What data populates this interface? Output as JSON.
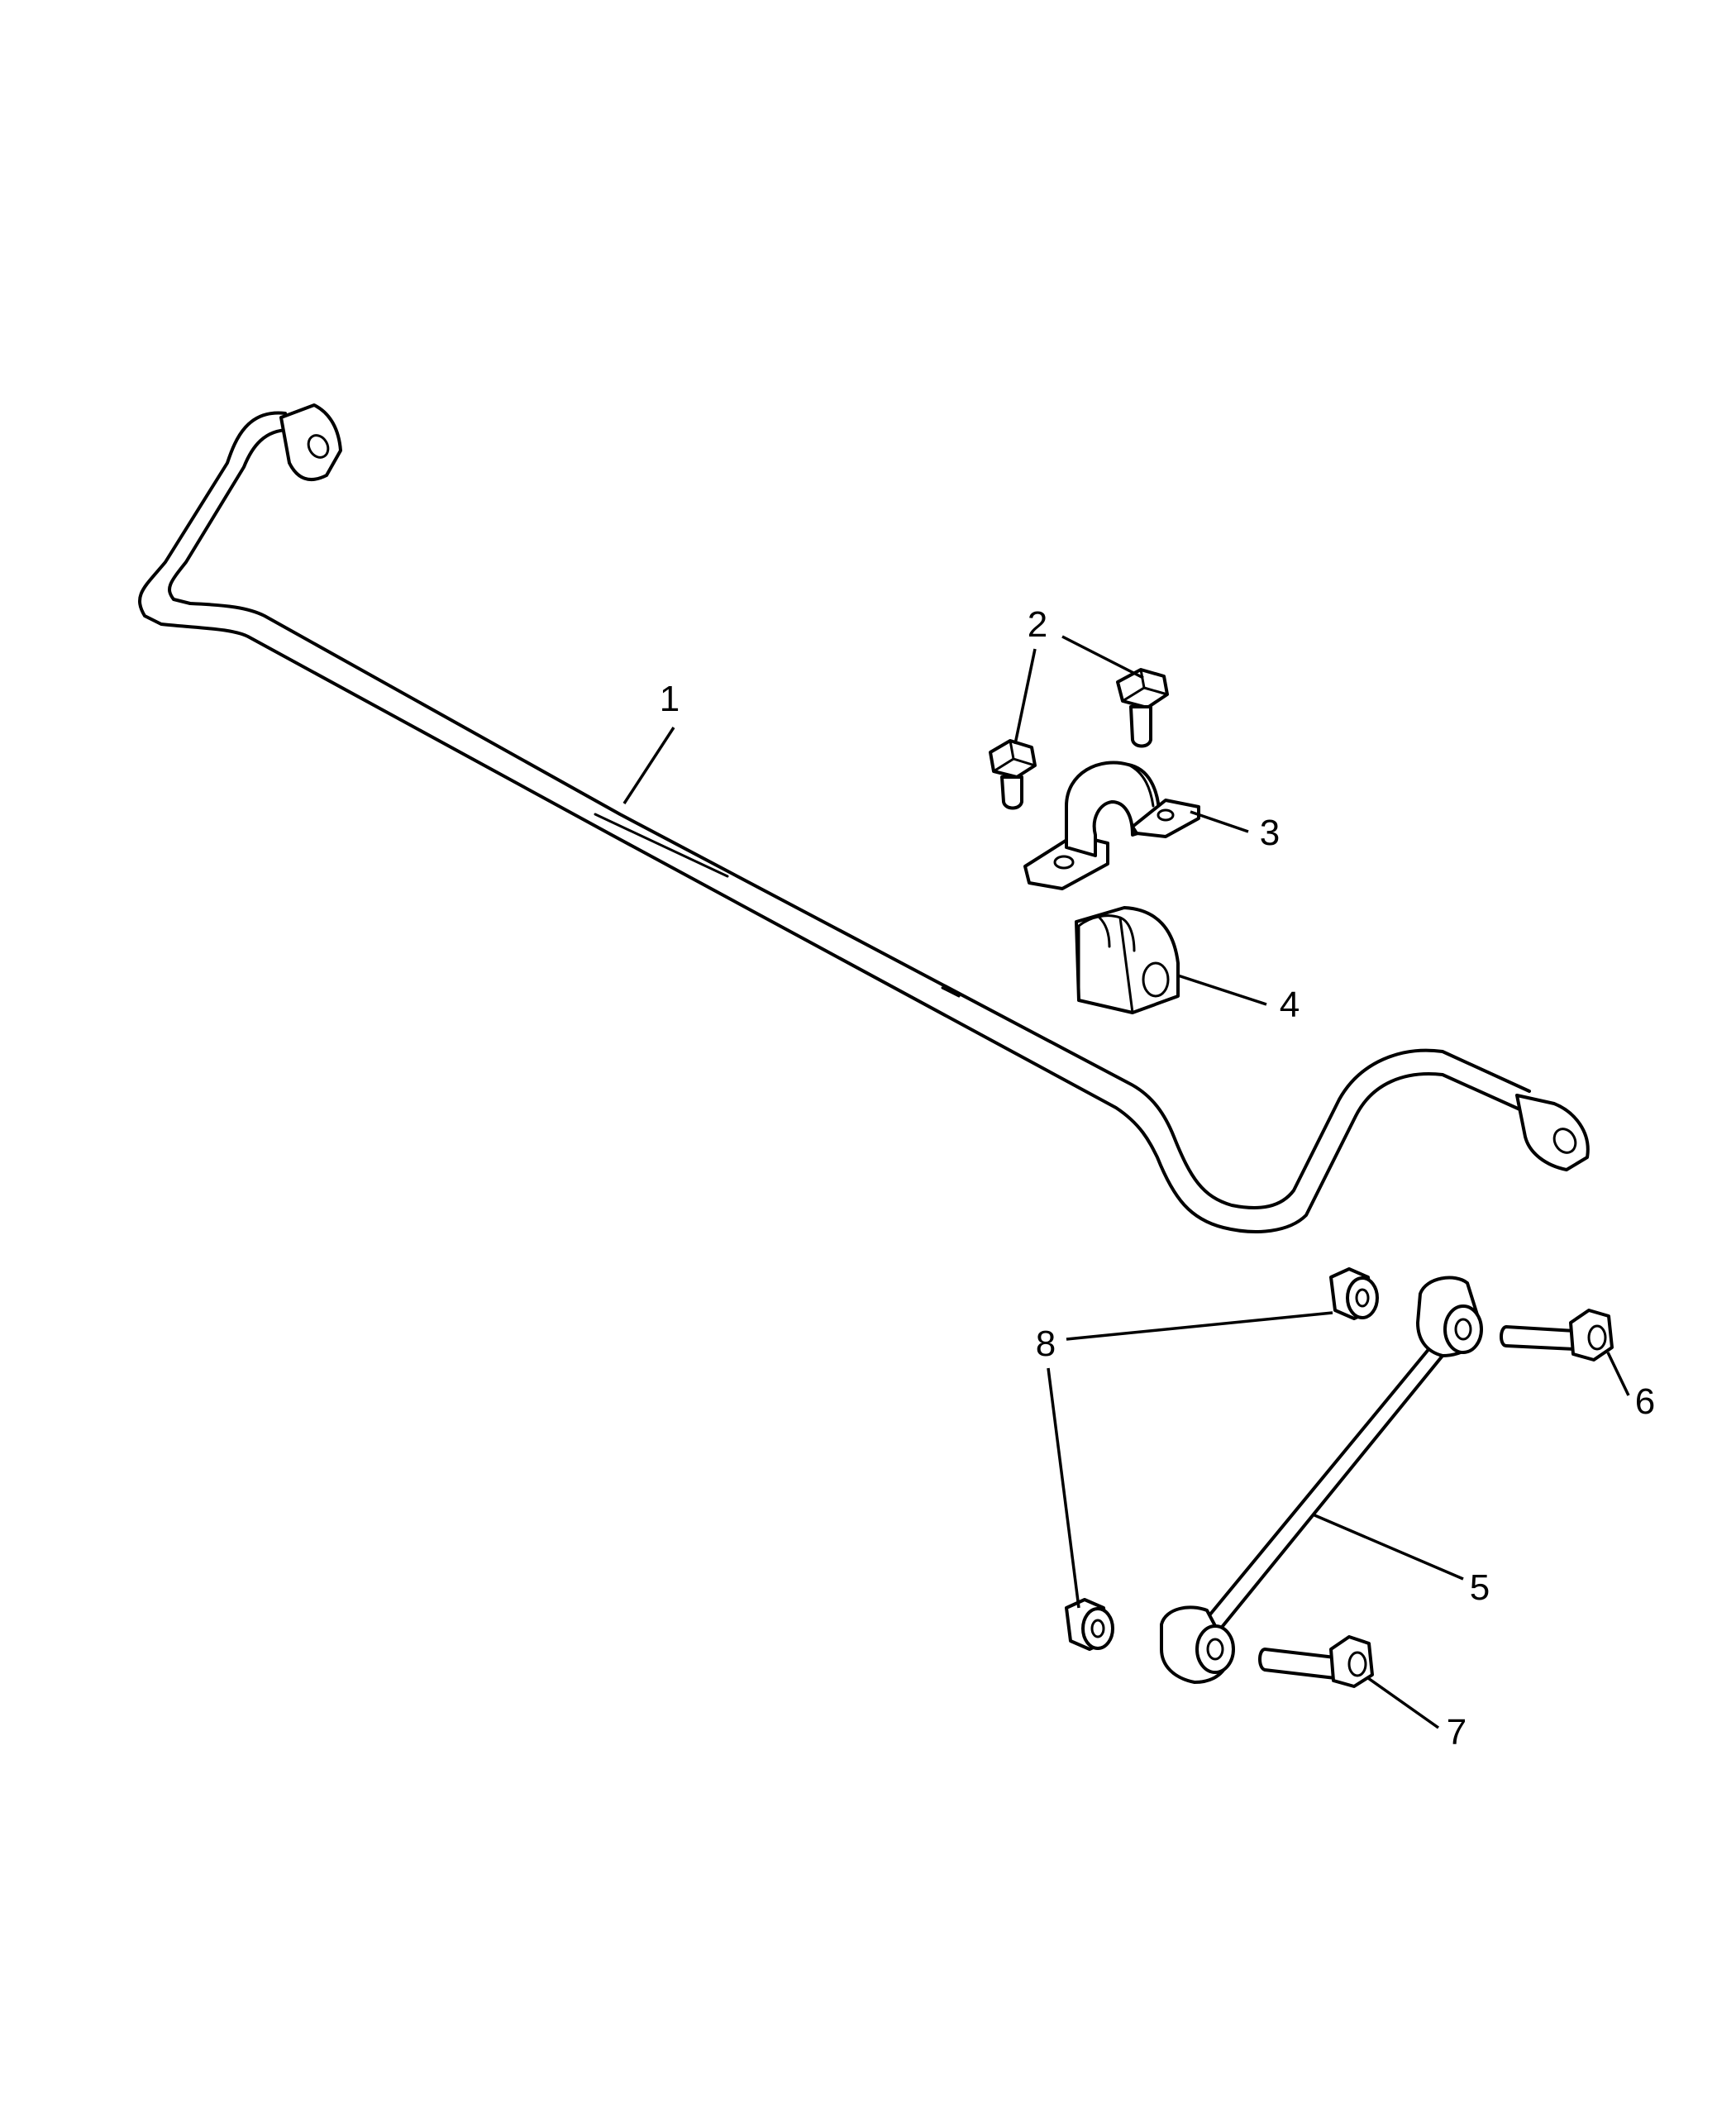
{
  "callouts": {
    "c1": "1",
    "c2": "2",
    "c3": "3",
    "c4": "4",
    "c5": "5",
    "c6": "6",
    "c7": "7",
    "c8": "8"
  },
  "parts": [
    {
      "id": "1",
      "icon": "stabilizer-bar-icon"
    },
    {
      "id": "2",
      "icon": "flange-bolt-icon"
    },
    {
      "id": "3",
      "icon": "bushing-clamp-icon"
    },
    {
      "id": "4",
      "icon": "bushing-icon"
    },
    {
      "id": "5",
      "icon": "sway-bar-link-icon"
    },
    {
      "id": "6",
      "icon": "link-bolt-icon"
    },
    {
      "id": "7",
      "icon": "link-bolt-icon"
    },
    {
      "id": "8",
      "icon": "nut-icon"
    }
  ]
}
